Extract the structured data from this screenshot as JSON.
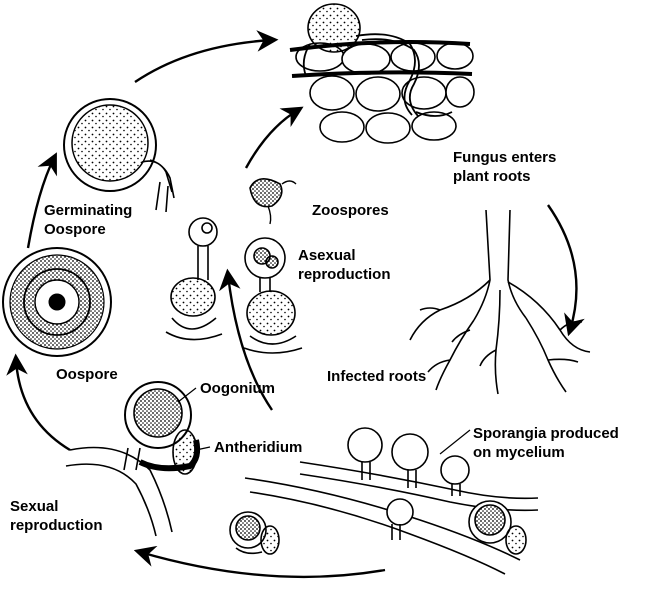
{
  "labels": {
    "fungus_enters_line1": "Fungus enters",
    "fungus_enters_line2": "plant roots",
    "zoospores": "Zoospores",
    "asexual_line1": "Asexual",
    "asexual_line2": "reproduction",
    "germinating_line1": "Germinating",
    "germinating_line2": "Oospore",
    "oospore": "Oospore",
    "infected_roots": "Infected roots",
    "oogonium": "Oogonium",
    "antheridium": "Antheridium",
    "sporangia_line1": "Sporangia produced",
    "sporangia_line2": "on mycelium",
    "sexual_line1": "Sexual",
    "sexual_line2": "reproduction"
  },
  "colors": {
    "ink": "#000000",
    "paper": "#ffffff"
  }
}
